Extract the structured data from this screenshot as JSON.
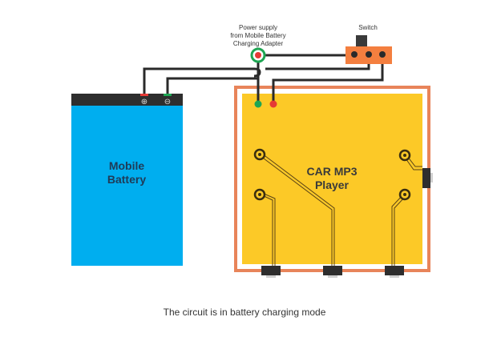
{
  "diagram": {
    "power_supply_label": [
      "Power supply",
      "from Mobile Battery",
      "Charging Adapter"
    ],
    "switch_label": "Switch",
    "battery_label": [
      "Mobile",
      "Battery"
    ],
    "battery_terminals": {
      "positive": "⊕",
      "negative": "⊖"
    },
    "player_label": [
      "CAR MP3",
      "Player"
    ],
    "caption": "The circuit is in battery charging mode"
  },
  "colors": {
    "battery_body": "#00aeef",
    "battery_cap": "#2e2e2e",
    "player_board": "#fcc927",
    "player_border": "#e8845a",
    "switch_body": "#f47f3f",
    "wire": "#2a2a2a",
    "positive": "#e53935",
    "negative": "#1ea653",
    "label_text": "#1f3b57"
  }
}
